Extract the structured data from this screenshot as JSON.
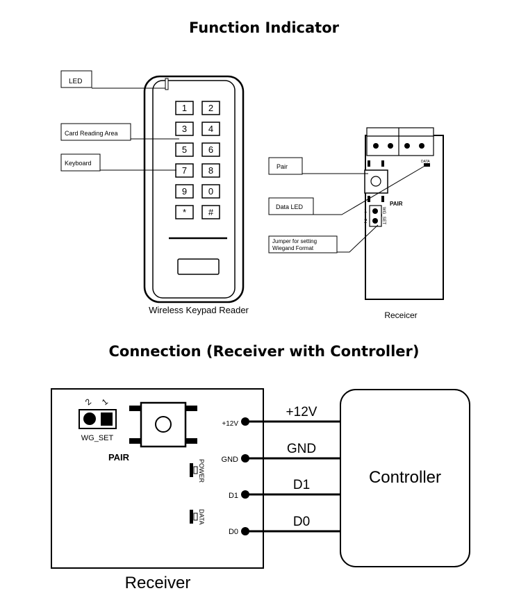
{
  "titles": {
    "function_indicator": "Function Indicator",
    "connection": "Connection (Receiver with Controller)"
  },
  "keypad": {
    "caption": "Wireless Keypad Reader",
    "labels": {
      "led": "LED",
      "card_area": "Card Reading Area",
      "keyboard": "Keyboard"
    },
    "keys": [
      [
        "1",
        "2"
      ],
      [
        "3",
        "4"
      ],
      [
        "5",
        "6"
      ],
      [
        "7",
        "8"
      ],
      [
        "9",
        "0"
      ],
      [
        "*",
        "#"
      ]
    ]
  },
  "receiver_top": {
    "caption": "Receicer",
    "labels": {
      "pair": "Pair",
      "data_led": "Data LED",
      "jumper_line1": "Jumper for setting",
      "jumper_line2": "Wiegand Format"
    },
    "board": {
      "data": "DATA",
      "pair": "PAIR",
      "wg_set": "WG_SET",
      "pin1": "1",
      "pin2": "2"
    }
  },
  "connection": {
    "receiver_caption": "Receiver",
    "controller": "Controller",
    "board": {
      "pin2": "2",
      "pin1": "1",
      "wg_set": "WG_SET",
      "pair": "PAIR",
      "power": "POWER",
      "data": "DATA"
    },
    "terminals": [
      "+12V",
      "GND",
      "D1",
      "D0"
    ],
    "wires": [
      "+12V",
      "GND",
      "D1",
      "D0"
    ]
  }
}
